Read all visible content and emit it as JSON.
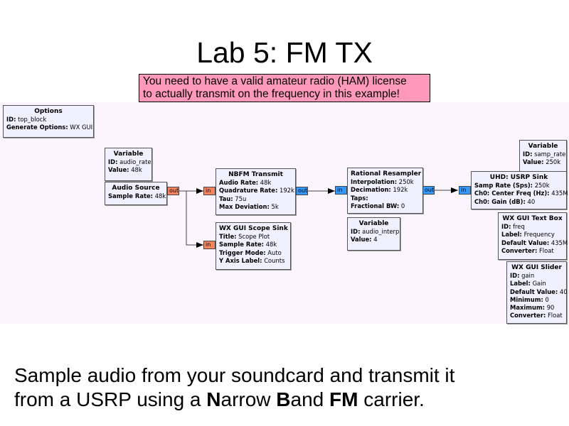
{
  "slide": {
    "title": "Lab 5: FM TX",
    "warning_line1": "You need to have a valid amateur radio (HAM) license",
    "warning_line2": "to actually transmit on the frequency in this example!",
    "caption_line1": "Sample audio from your soundcard and transmit it",
    "caption_line2": {
      "part1": "from a USRP using a ",
      "bold_n": "N",
      "part2": "arrow ",
      "bold_b": "B",
      "part3": "and ",
      "bold_fm": "FM",
      "part4": " carrier."
    }
  },
  "colors": {
    "warning_bg": "#ff99bb",
    "canvas_bg": "#fdf5fd",
    "block_bg": "#f0f0ff",
    "float_port": "#f5845f",
    "complex_port": "#3399ff"
  },
  "flowgraph": {
    "options": {
      "title": "Options",
      "params": [
        {
          "k": "ID:",
          "v": "top_block"
        },
        {
          "k": "Generate Options:",
          "v": "WX GUI"
        }
      ]
    },
    "var_audio_rate": {
      "title": "Variable",
      "params": [
        {
          "k": "ID:",
          "v": "audio_rate"
        },
        {
          "k": "Value:",
          "v": "48k"
        }
      ]
    },
    "audio_source": {
      "title": "Audio Source",
      "params": [
        {
          "k": "Sample Rate:",
          "v": "48k"
        }
      ],
      "port_out": "out"
    },
    "nbfm_tx": {
      "title": "NBFM Transmit",
      "params": [
        {
          "k": "Audio Rate:",
          "v": "48k"
        },
        {
          "k": "Quadrature Rate:",
          "v": "192k"
        },
        {
          "k": "Tau:",
          "v": "75u"
        },
        {
          "k": "Max Deviation:",
          "v": "5k"
        }
      ],
      "port_in": "in",
      "port_out": "out"
    },
    "scope_sink": {
      "title": "WX GUI Scope Sink",
      "params": [
        {
          "k": "Title:",
          "v": "Scope Plot"
        },
        {
          "k": "Sample Rate:",
          "v": "48k"
        },
        {
          "k": "Trigger Mode:",
          "v": "Auto"
        },
        {
          "k": "Y Axis Label:",
          "v": "Counts"
        }
      ],
      "port_in": "in"
    },
    "resampler": {
      "title": "Rational Resampler",
      "params": [
        {
          "k": "Interpolation:",
          "v": "250k"
        },
        {
          "k": "Decimation:",
          "v": "192k"
        },
        {
          "k": "Taps:",
          "v": ""
        },
        {
          "k": "Fractional BW:",
          "v": "0"
        }
      ],
      "port_in": "in",
      "port_out": "out"
    },
    "var_audio_interp": {
      "title": "Variable",
      "params": [
        {
          "k": "ID:",
          "v": "audio_interp"
        },
        {
          "k": "Value:",
          "v": "4"
        }
      ]
    },
    "var_samp_rate": {
      "title": "Variable",
      "params": [
        {
          "k": "ID:",
          "v": "samp_rate"
        },
        {
          "k": "Value:",
          "v": "250k"
        }
      ]
    },
    "usrp_sink": {
      "title": "UHD: USRP Sink",
      "params": [
        {
          "k": "Samp Rate (Sps):",
          "v": "250k"
        },
        {
          "k": "Ch0: Center Freq (Hz):",
          "v": "435M"
        },
        {
          "k": "Ch0: Gain (dB):",
          "v": "40"
        }
      ],
      "port_in": "in"
    },
    "text_box": {
      "title": "WX GUI Text Box",
      "params": [
        {
          "k": "ID:",
          "v": "freq"
        },
        {
          "k": "Label:",
          "v": "Frequency"
        },
        {
          "k": "Default Value:",
          "v": "435M"
        },
        {
          "k": "Converter:",
          "v": "Float"
        }
      ]
    },
    "slider": {
      "title": "WX GUI Slider",
      "params": [
        {
          "k": "ID:",
          "v": "gain"
        },
        {
          "k": "Label:",
          "v": "Gain"
        },
        {
          "k": "Default Value:",
          "v": "40"
        },
        {
          "k": "Minimum:",
          "v": "0"
        },
        {
          "k": "Maximum:",
          "v": "90"
        },
        {
          "k": "Converter:",
          "v": "Float"
        }
      ]
    }
  }
}
